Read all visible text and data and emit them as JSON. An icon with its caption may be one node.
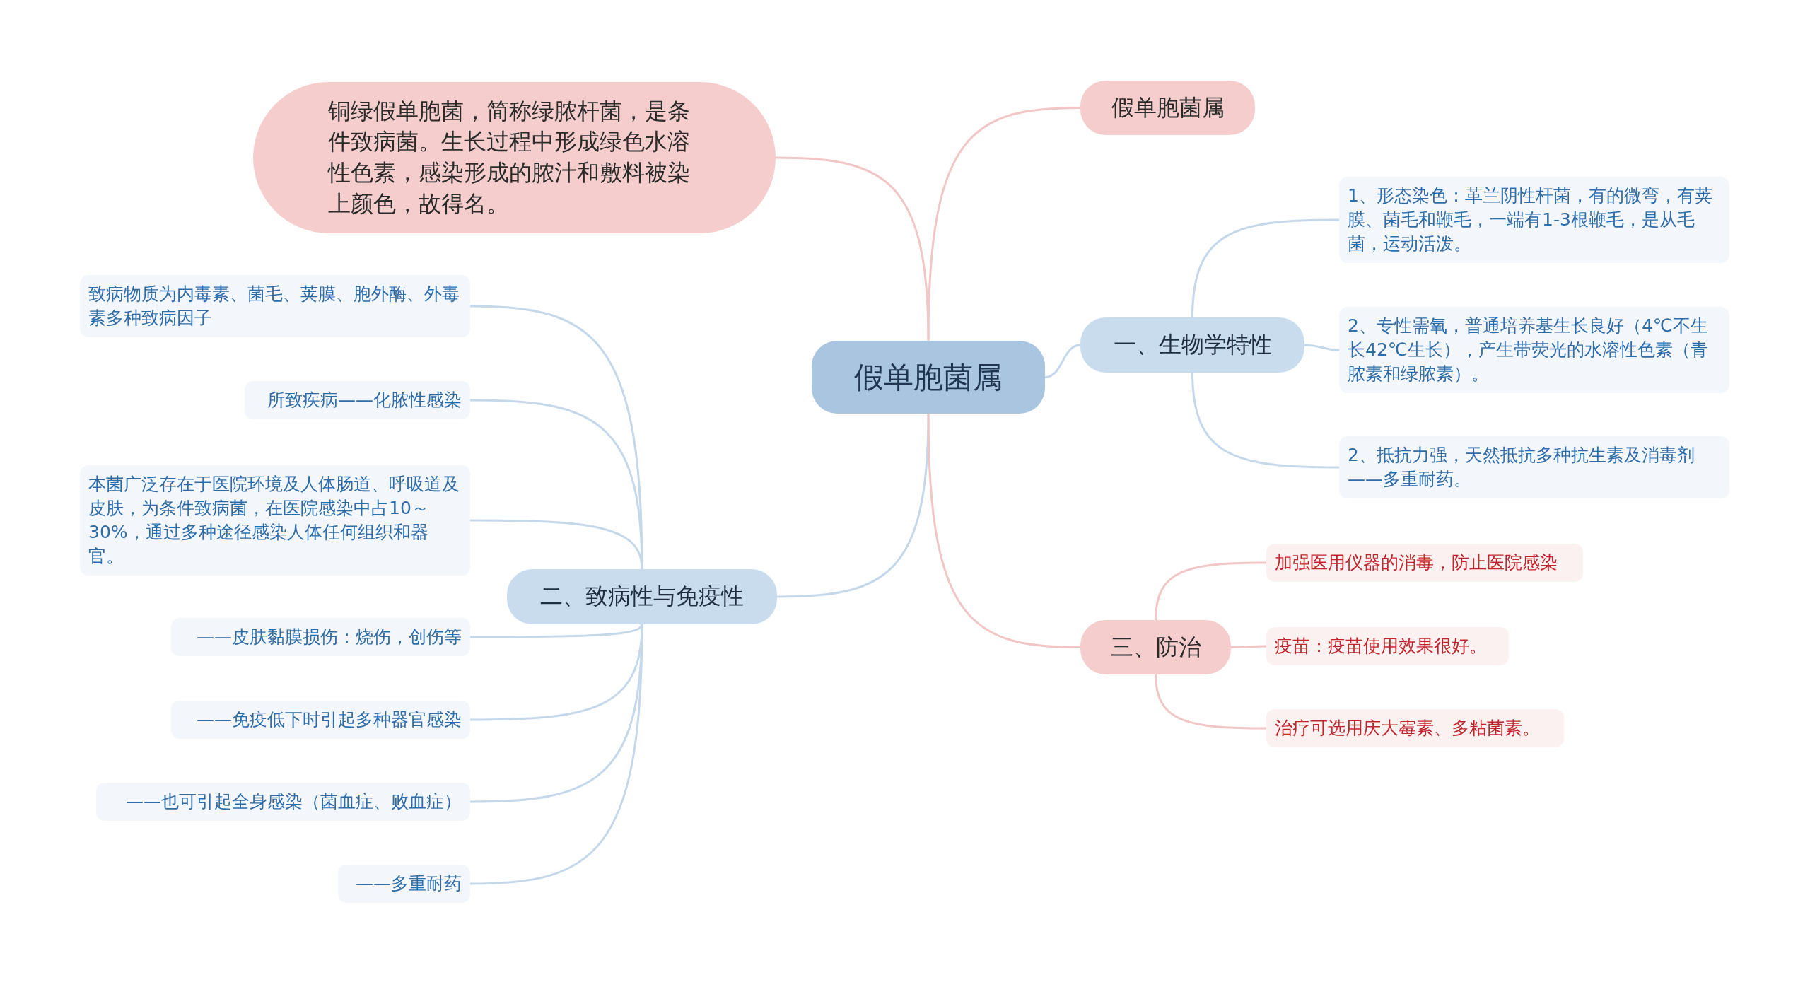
{
  "diagram": {
    "nodes": [
      {
        "text": [
          "假单胞菌属"
        ]
      },
      {
        "text": [
          "铜绿假单胞菌，简称绿脓杆菌，是条件致病菌。生长过程中形成绿色水溶性色素，感染形成的脓汁和敷料被染上颜色，故得名。"
        ]
      },
      {
        "text": [
          "假单胞菌属"
        ]
      },
      {
        "text": [
          "一、生物学特性"
        ]
      },
      {
        "text": [
          "1、形态染色：革兰阴性杆菌，有的微弯，有荚膜、菌毛和鞭毛，一端有1-3根鞭毛，是从毛菌，运动活泼。"
        ]
      },
      {
        "text": [
          "2、专性需氧，普通培养基生长良好（4℃不生长42℃生长），产生带荧光的水溶性色素（青脓素和绿脓素）。"
        ]
      },
      {
        "text": [
          "2、抵抗力强，天然抵抗多种抗生素及消毒剂——多重耐药。"
        ]
      },
      {
        "text": [
          "二、致病性与免疫性"
        ]
      },
      {
        "text": [
          "致病物质为内毒素、菌毛、荚膜、胞外酶、外毒素多种致病因子"
        ]
      },
      {
        "text": [
          "所致疾病——化脓性感染"
        ]
      },
      {
        "text": [
          "本菌广泛存在于医院环境及人体肠道、呼吸道及皮肤，为条件致病菌，在医院感染中占10～30%，通过多种途径感染人体任何组织和器官。"
        ]
      },
      {
        "text": [
          "——皮肤黏膜损伤：烧伤，创伤等"
        ]
      },
      {
        "text": [
          "——免疫低下时引起多种器官感染"
        ]
      },
      {
        "text": [
          "——也可引起全身感染（菌血症、败血症）"
        ]
      },
      {
        "text": [
          "——多重耐药"
        ]
      },
      {
        "text": [
          "三、防治"
        ]
      },
      {
        "text": [
          "加强医用仪器的消毒，防止医院感染"
        ]
      },
      {
        "text": [
          "疫苗：疫苗使用效果很好。"
        ]
      },
      {
        "text": [
          "治疗可选用庆大霉素、多粘菌素。"
        ]
      }
    ],
    "edges": [
      {
        "from": 0,
        "to": 1,
        "arrow": "none",
        "color": "#f2c6c6"
      },
      {
        "from": 0,
        "to": 2,
        "arrow": "none",
        "color": "#f2c6c6"
      },
      {
        "from": 0,
        "to": 3,
        "arrow": "none"
      },
      {
        "from": 0,
        "to": 7,
        "arrow": "none"
      },
      {
        "from": 0,
        "to": 15,
        "arrow": "none",
        "color": "#f2c6c6"
      },
      {
        "from": 3,
        "to": 4,
        "arrow": "none"
      },
      {
        "from": 3,
        "to": 5,
        "arrow": "none"
      },
      {
        "from": 3,
        "to": 6,
        "arrow": "none"
      },
      {
        "from": 7,
        "to": 8,
        "arrow": "none"
      },
      {
        "from": 7,
        "to": 9,
        "arrow": "none"
      },
      {
        "from": 7,
        "to": 10,
        "arrow": "none"
      },
      {
        "from": 7,
        "to": 11,
        "arrow": "none"
      },
      {
        "from": 7,
        "to": 12,
        "arrow": "none"
      },
      {
        "from": 7,
        "to": 13,
        "arrow": "none"
      },
      {
        "from": 7,
        "to": 14,
        "arrow": "none"
      },
      {
        "from": 15,
        "to": 16,
        "arrow": "none",
        "color": "#f2c6c6"
      },
      {
        "from": 15,
        "to": 17,
        "arrow": "none",
        "color": "#f2c6c6"
      },
      {
        "from": 15,
        "to": 18,
        "arrow": "none",
        "color": "#f2c6c6"
      }
    ]
  }
}
